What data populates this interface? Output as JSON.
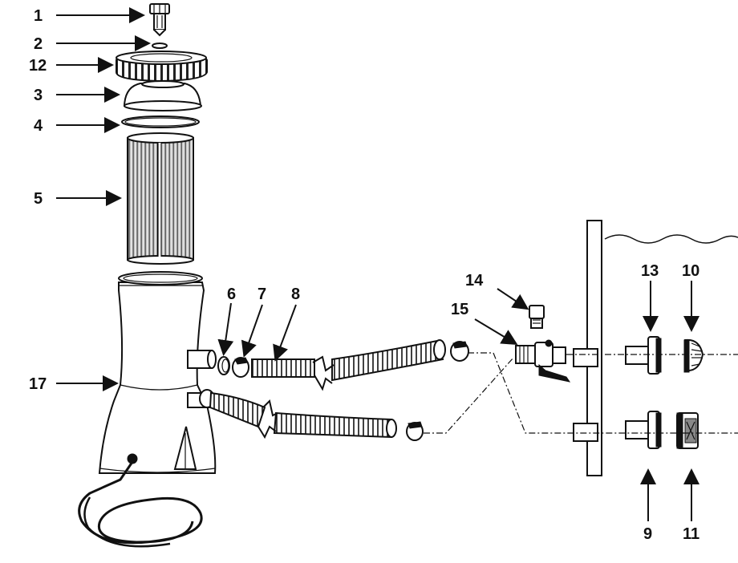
{
  "colors": {
    "ink": "#111111",
    "paper": "#ffffff"
  },
  "labels": {
    "p1": "1",
    "p2": "2",
    "p12": "12",
    "p3": "3",
    "p4": "4",
    "p5": "5",
    "p6": "6",
    "p7": "7",
    "p8": "8",
    "p14": "14",
    "p15": "15",
    "p13": "13",
    "p10": "10",
    "p17": "17",
    "p9": "9",
    "p11": "11"
  }
}
